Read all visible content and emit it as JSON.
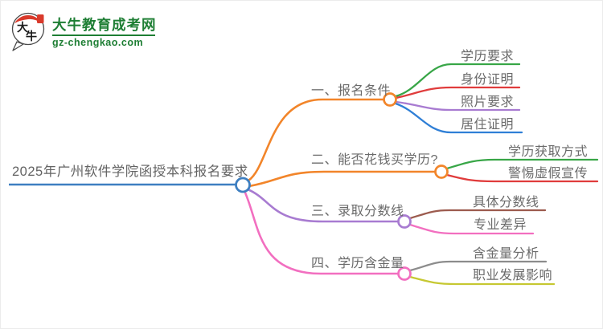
{
  "logo": {
    "title": "大牛教育成考网",
    "url": "gz-chengkao.com",
    "icon_chars": [
      "大",
      "牛"
    ],
    "brand_green": "#1E7E34",
    "brand_red": "#D93A2B"
  },
  "mindmap": {
    "root": {
      "label": "2025年广州软件学院函授本科报名要求",
      "color": "#3E7FC1"
    },
    "branches": [
      {
        "label": "一、报名条件",
        "color": "#F2852A",
        "children": [
          {
            "label": "学历要求",
            "color": "#38A647"
          },
          {
            "label": "身份证明",
            "color": "#E03C3C"
          },
          {
            "label": "照片要求",
            "color": "#A87BD1"
          },
          {
            "label": "居住证明",
            "color": "#2F7FD6"
          }
        ]
      },
      {
        "label": "二、能否花钱买学历?",
        "color": "#F2852A",
        "children": [
          {
            "label": "学历获取方式",
            "color": "#38A647"
          },
          {
            "label": "警惕虚假宣传",
            "color": "#E03C3C"
          }
        ]
      },
      {
        "label": "三、录取分数线",
        "color": "#A87BD1",
        "children": [
          {
            "label": "具体分数线",
            "color": "#9C5B4E"
          },
          {
            "label": "专业差异",
            "color": "#F26FC0"
          }
        ]
      },
      {
        "label": "四、学历含金量",
        "color": "#F26FC0",
        "children": [
          {
            "label": "含金量分析",
            "color": "#8C8C8C"
          },
          {
            "label": "职业发展影响",
            "color": "#C6C832"
          }
        ]
      }
    ]
  }
}
